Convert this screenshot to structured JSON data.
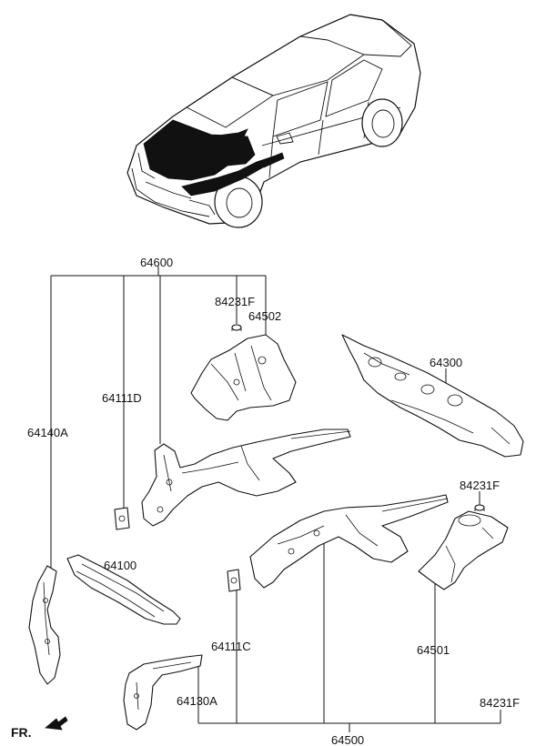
{
  "labels": {
    "p64600": "64600",
    "p84231F_top": "84231F",
    "p64502": "64502",
    "p64300": "64300",
    "p64111D": "64111D",
    "p64140A": "64140A",
    "p84231F_mid": "84231F",
    "p64100": "64100",
    "p64111C": "64111C",
    "p64501": "64501",
    "p64130A": "64130A",
    "p84231F_bottom": "84231F",
    "p64500": "64500",
    "fr": "FR."
  }
}
